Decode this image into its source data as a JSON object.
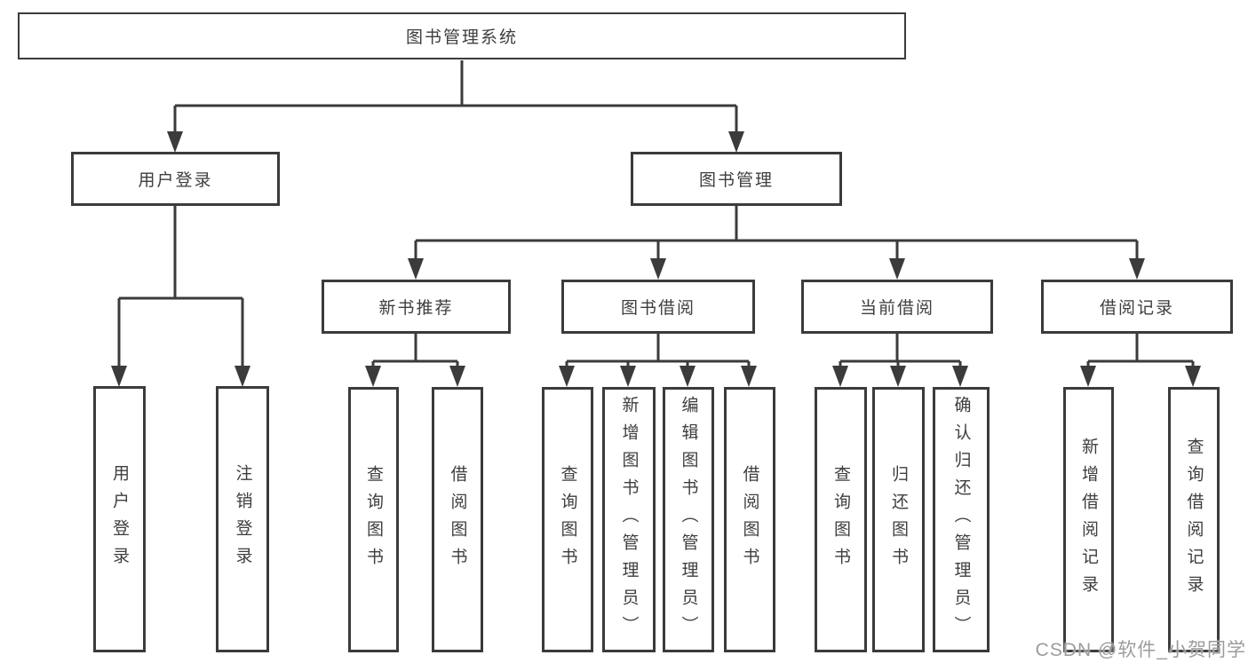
{
  "diagram": {
    "title": "Library management system functional structure diagram",
    "root": {
      "label": "图书管理系统"
    },
    "user_login": {
      "label": "用户登录",
      "children": [
        {
          "label": "用户登录"
        },
        {
          "label": "注销登录"
        }
      ]
    },
    "book_management": {
      "label": "图书管理",
      "children": [
        {
          "label": "新书推荐",
          "children": [
            {
              "label": "查询图书"
            },
            {
              "label": "借阅图书"
            }
          ]
        },
        {
          "label": "图书借阅",
          "children": [
            {
              "label": "查询图书"
            },
            {
              "label": "新增图书（管理员）"
            },
            {
              "label": "编辑图书（管理员）"
            },
            {
              "label": "借阅图书"
            }
          ]
        },
        {
          "label": "当前借阅",
          "children": [
            {
              "label": "查询图书"
            },
            {
              "label": "归还图书"
            },
            {
              "label": "确认归还（管理员）"
            }
          ]
        },
        {
          "label": "借阅记录",
          "children": [
            {
              "label": "新增借阅记录"
            },
            {
              "label": "查询借阅记录"
            }
          ]
        }
      ]
    }
  },
  "watermark": {
    "text": "CSDN @软件_小贺同学"
  },
  "colors": {
    "line": "#3b3b3b",
    "text": "#3e3e3e",
    "background": "#ffffff",
    "watermark": "#9c9c9c"
  }
}
